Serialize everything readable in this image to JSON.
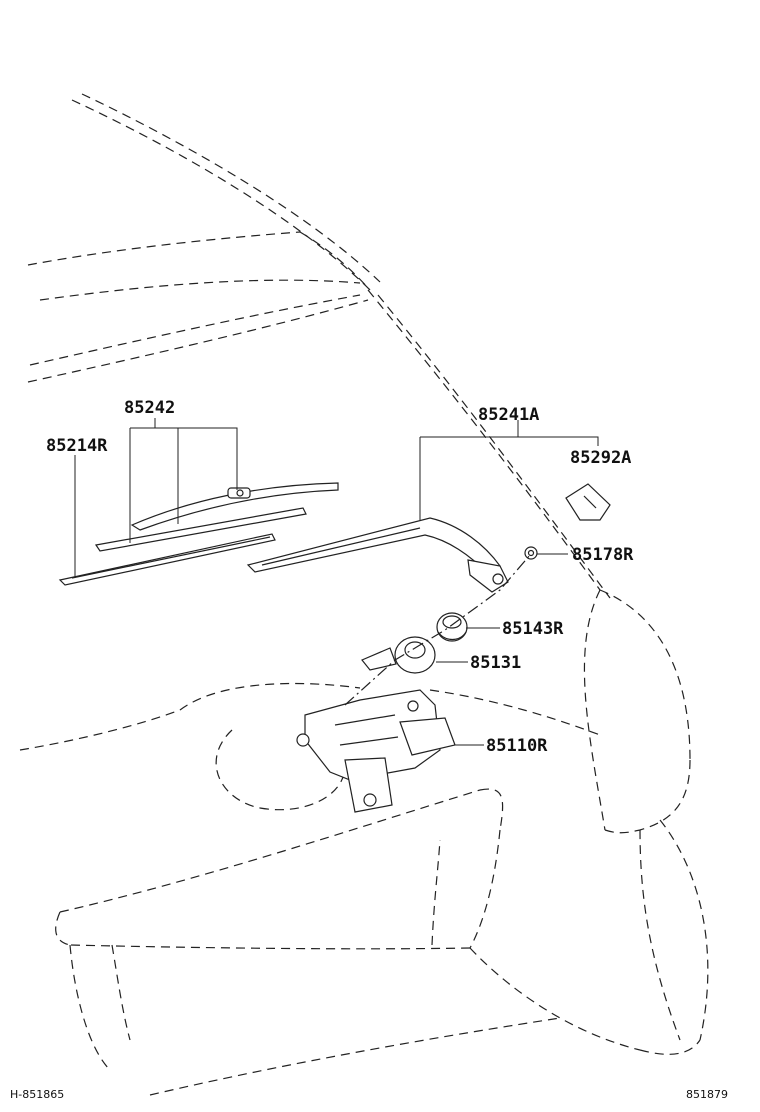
{
  "diagram": {
    "labels": {
      "p85242": "85242",
      "p85214R": "85214R",
      "p85241A": "85241A",
      "p85292A": "85292A",
      "p85178R": "85178R",
      "p85143R": "85143R",
      "p85131": "85131",
      "p85110R": "85110R"
    },
    "footer": {
      "left_code": "H-851865",
      "right_code": "851879"
    }
  }
}
